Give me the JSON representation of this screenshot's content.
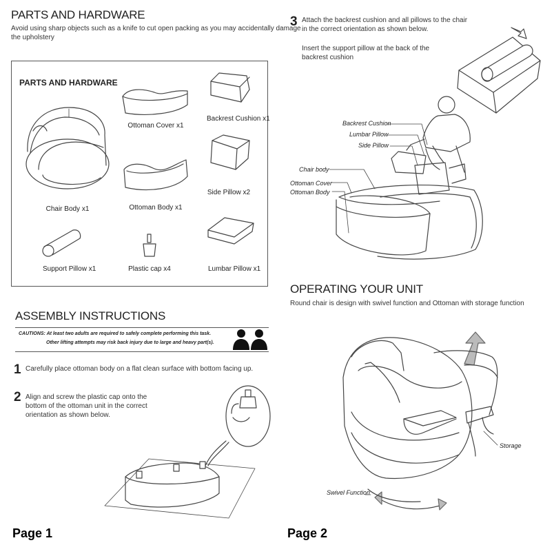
{
  "page1": {
    "title": "PARTS AND HARDWARE",
    "warning_line1": "Avoid using sharp objects such as a knife to cut open packing as you may accidentally damage",
    "warning_line2": "the upholstery",
    "box_title": "PARTS AND HARDWARE",
    "parts": {
      "chair_body": "Chair Body x1",
      "ottoman_cover": "Ottoman Cover x1",
      "backrest_cushion": "Backrest Cushion x1",
      "ottoman_body": "Ottoman Body x1",
      "side_pillow": "Side Pillow x2",
      "support_pillow": "Support Pillow x1",
      "plastic_cap": "Plastic cap x4",
      "lumbar_pillow": "Lumbar Pillow x1"
    },
    "assembly_title": "ASSEMBLY INSTRUCTIONS",
    "caution_line1": "CAUTIONS: At least two adults are required to safely complete performing this task.",
    "caution_line2": "Other lifting attempts may risk back injury due to large and heavy part(s).",
    "step1_num": "1",
    "step1_text": "Carefully place ottoman body on a flat clean surface with bottom facing up.",
    "step2_num": "2",
    "step2_line1": "Align and screw the plastic cap onto the",
    "step2_line2": "bottom of the ottoman unit in the correct",
    "step2_line3": "orientation as shown below.",
    "page_label": "Page 1"
  },
  "page2": {
    "step3_num": "3",
    "step3_line1": "Attach the backrest cushion and all pillows to the chair",
    "step3_line2": "in the correct orientation as shown below.",
    "step3_line3": "Insert the support pillow at the back of the",
    "step3_line4": "backrest cushion",
    "labels": {
      "backrest_cushion": "Backrest Cushion",
      "lumbar_pillow": "Lumbar Pillow",
      "side_pillow": "Side Pillow",
      "chair_body": "Chair body",
      "ottoman_cover": "Ottoman Cover",
      "ottoman_body": "Ottoman Body"
    },
    "operating_title": "OPERATING YOUR UNIT",
    "operating_desc": "Round chair is design with swivel function and Ottoman with storage function",
    "storage_label": "Storage",
    "swivel_label": "Swivel Function",
    "page_label": "Page 2"
  }
}
